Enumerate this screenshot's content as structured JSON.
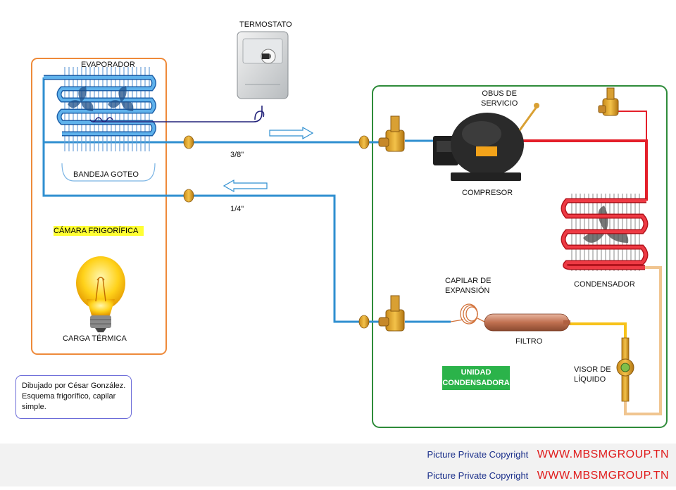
{
  "labels": {
    "termostato": "TERMOSTATO",
    "evaporador": "EVAPORADOR",
    "bandeja": "BANDEJA GOTEO",
    "line_38": "3/8\"",
    "line_14": "1/4\"",
    "camara": "CÁMARA FRIGORÍFICA",
    "carga": "CARGA TÉRMICA",
    "obus": "OBUS DE\nSERVICIO",
    "compresor": "COMPRESOR",
    "condensador": "CONDENSADOR",
    "capilar": "CAPILAR DE\nEXPANSIÓN",
    "filtro": "FILTRO",
    "visor": "VISOR DE\nLÍQUIDO",
    "unidad": "UNIDAD\nCONDENSADORA"
  },
  "credit": "Dibujado por César González.\nEsquema frigorífico, capilar\nsimple.",
  "footer": {
    "line1_label": "Picture Private Copyright",
    "line1_url": "WWW.MBSMGROUP.TN",
    "line2_label": "Picture Private Copyright",
    "line2_url": "WWW.MBSMGROUP.TN"
  },
  "colors": {
    "suction": "#2f8fd0",
    "discharge": "#e41f2a",
    "liquid_yellow": "#f7c21a",
    "liquid_tan": "#f0c590",
    "chamber_border": "#ee8a3a",
    "unit_border": "#2e8b3a"
  },
  "icons": [
    "thermostat-icon",
    "evaporator-coil-icon",
    "light-bulb-icon",
    "compressor-icon",
    "condenser-coil-icon",
    "fan-icon",
    "service-valve-icon",
    "flare-nut-icon",
    "filter-drier-icon",
    "sight-glass-icon",
    "capillary-coil-icon",
    "flow-arrow-icon"
  ]
}
